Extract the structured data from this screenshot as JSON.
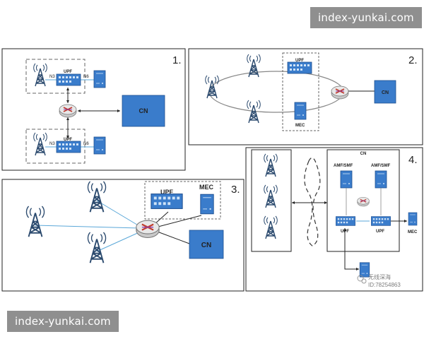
{
  "watermark_top": "index-yunkai.com",
  "watermark_bottom": "index-yunkai.com",
  "colors": {
    "device": "#3a7ccb",
    "device_dark": "#1f4f8f",
    "link": "#5aa7d8",
    "border": "#222222",
    "dashed": "#666666",
    "tower": "#2b4a6e",
    "watermark_bg": "#8f8f8f"
  },
  "panel1": {
    "number": "1.",
    "upf_top": "UPF",
    "upf_bottom": "UPF",
    "n3_top": "N3",
    "n3_bottom": "N3",
    "n6_top": "N6",
    "n6_bottom": "N6",
    "cn": "CN"
  },
  "panel2": {
    "number": "2.",
    "upf": "UPF",
    "mec": "MEC",
    "cn": "CN"
  },
  "panel3": {
    "number": "3.",
    "upf": "UPF",
    "mec": "MEC",
    "cn": "CN"
  },
  "panel4": {
    "number": "4.",
    "cn_title": "CN",
    "amf_left": "AMF/SMF",
    "amf_right": "AMF/SMF",
    "upf_left": "UPF",
    "upf_right": "UPF",
    "mec": "MEC",
    "wechat_line1": "无线深海",
    "wechat_line2": "ID:78254863"
  }
}
